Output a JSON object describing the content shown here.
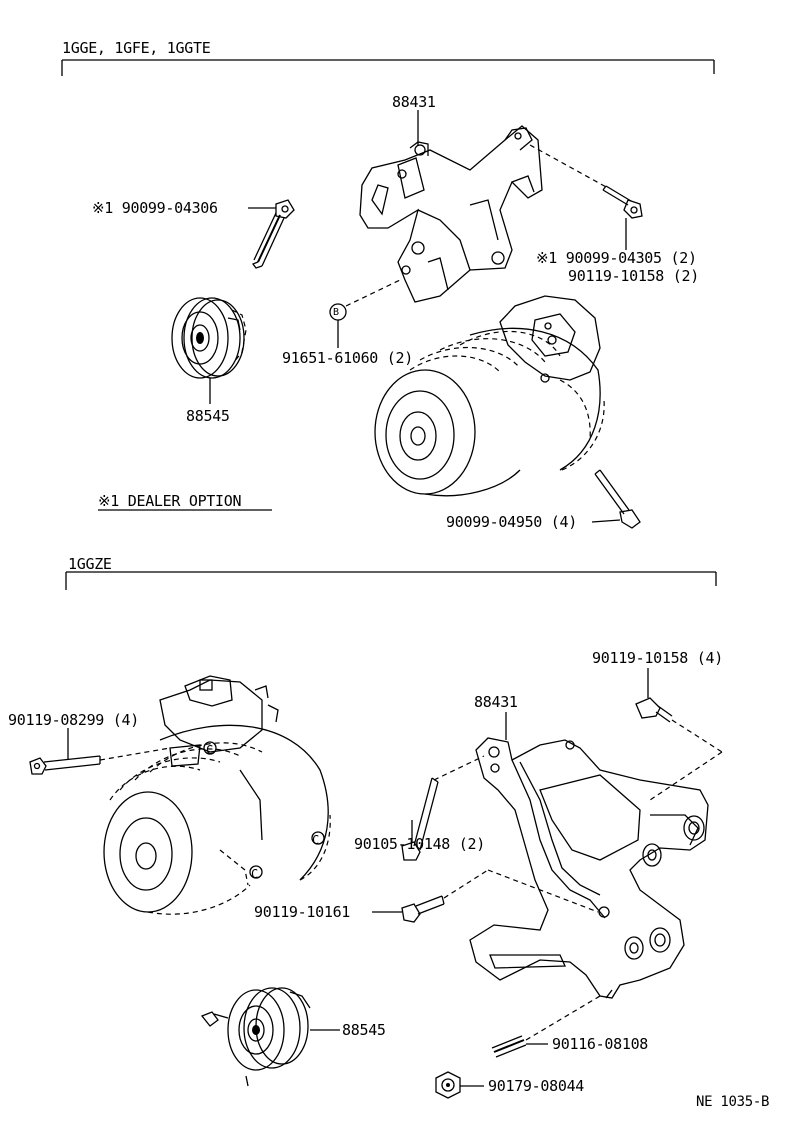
{
  "sections": {
    "top": {
      "title": "1GGE, 1GFE, 1GGTE"
    },
    "bottom": {
      "title": "1GGZE"
    }
  },
  "top_parts": {
    "bracket": "88431",
    "bolt_left": "※1  90099-04306",
    "bolt_right_1": "※1  90099-04305 (2)",
    "bolt_right_2": "90119-10158 (2)",
    "nut": "91651-61060 (2)",
    "nut_marker": "B",
    "pulley": "88545",
    "long_bolt": "90099-04950 (4)",
    "note": "※1 DEALER OPTION"
  },
  "bottom_parts": {
    "bolt_top_right": "90119-10158 (4)",
    "compressor_bolt": "90119-08299 (4)",
    "bracket": "88431",
    "bolt_mid": "90105-10148 (2)",
    "bolt_lower": "90119-10161",
    "pulley": "88545",
    "stud": "90116-08108",
    "nut": "90179-08044",
    "compressor_markers": [
      "C",
      "C",
      "C"
    ]
  },
  "footer": {
    "code": "NE 1035-B"
  }
}
